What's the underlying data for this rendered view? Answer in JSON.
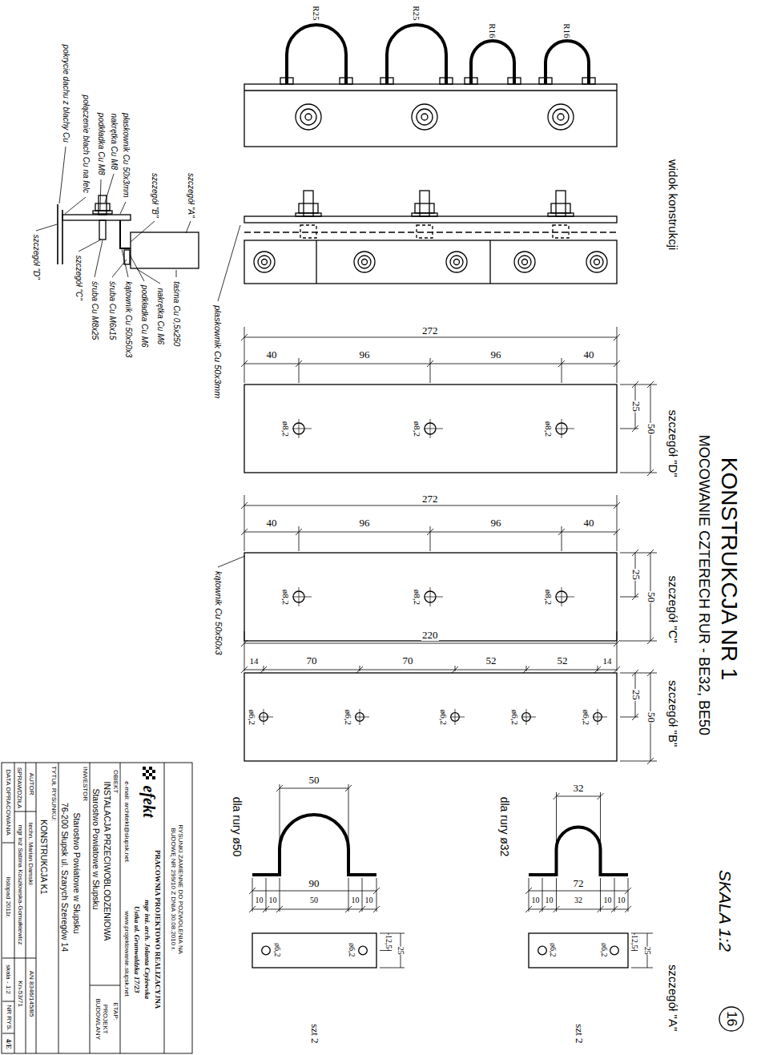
{
  "diagram": {
    "title": "KONSTRUKCJA NR 1",
    "labels": [
      "MOCOWANIE CZTERECH RUR - BE32, BE50",
      "SKALA 1:2",
      "16",
      "widok konstrukcji",
      "szczegół \"D\"",
      "szczegół \"C\"",
      "szczegół \"B\"",
      "szczegół \"A\"",
      "R25",
      "R25",
      "R16",
      "R16",
      "płaskownik Cu 50x3mm",
      "kątownik Cu 50x50x3",
      "szczegół \"A\"",
      "szczegół \"B\"",
      "płaskownik Cu 50x3mm",
      "nakrętka Cu M8",
      "podkładka Cu M8",
      "połączenie blach Cu na felc",
      "pokrycie dachu z blachy Cu",
      "szczegół \"D\"",
      "szczegół \"C\"",
      "śruba Cu M8x25",
      "śruba Cu M6x15",
      "kątownik Cu 50x50x3",
      "podkładka Cu M6",
      "nakrętka Cu M6",
      "taśma Cu 0,5x250",
      "272",
      "40",
      "96",
      "96",
      "40",
      "25",
      "50",
      "ø8,2",
      "ø8,2",
      "ø8,2",
      "272",
      "40",
      "96",
      "96",
      "40",
      "25",
      "50",
      "ø8,2",
      "ø8,2",
      "ø8,2",
      "220",
      "14",
      "70",
      "70",
      "52",
      "52",
      "14",
      "25",
      "50",
      "ø6,2",
      "ø6,2",
      "ø6,2",
      "ø6,2",
      "ø6,2",
      "32",
      "72",
      "10",
      "10",
      "32",
      "10",
      "10",
      "12,5",
      "25",
      "ø6,2",
      "ø6,2",
      "szt 2",
      "dla rury ø32",
      "50",
      "90",
      "10",
      "10",
      "50",
      "10",
      "10",
      "12,5",
      "25",
      "ø6,2",
      "ø6,2",
      "szt 2",
      "dla rury ø50",
      "RYSUNKI ZAMIENNE DO POZWOLENIA NA BUDOWĘ NR 299/10 Z DNIA 30.08.2010 r.",
      "PRACOWNIA PROJEKTOWO REALIZACYJNA",
      "efekt",
      "mgr inż. arch. Jolanta Czyżewska",
      "Ustka ul. Grunwaldzka 17/23",
      "e-mail: architekt@slupsk.net",
      "www.projektowanie.slupsk.net",
      "OBIEKT",
      "ETAP:",
      "INSTALACJA PRZECIWOBLODZENIOWA",
      "Starostwo Powiatowe w Słupsku",
      "PROJEKT BUDOWLANY",
      "INWESTOR",
      "Starostwo Powiatowe w Słupsku",
      "76-200 Słupsk ul. Szarych Szeregów 14",
      "TYTUŁ RYSUNKU:",
      "KONSTRUKCJA K1",
      "AUTOR",
      "techn. Marian Damski",
      "AN 8346/145/85",
      "SPRAWDZIŁA",
      "mgr inż Sabina Koszłowska-Gomułkiewicz",
      "Kn-53/71",
      "DATA OPRACOWANIA",
      "listopad 2011r.",
      "skala - 1:2",
      "NR RYS.",
      "4/E"
    ]
  }
}
